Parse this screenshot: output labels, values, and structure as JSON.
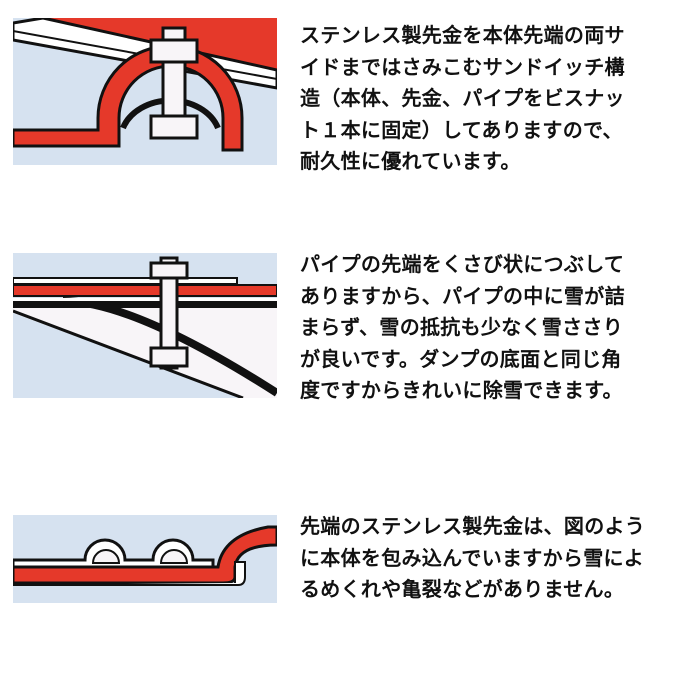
{
  "sections": [
    {
      "diagram": "sandwich-structure-diagram",
      "lines": [
        "ステンレス製先金を本体先端の両サ",
        "イドまではさみこむサンドイッチ構",
        "造（本体、先金、パイプをビスナッ",
        "ト１本に固定）してありますので、",
        "耐久性に優れています。"
      ]
    },
    {
      "diagram": "wedge-pipe-diagram",
      "lines": [
        "パイプの先端をくさび状につぶして",
        "ありますから、パイプの中に雪が詰",
        "まらず、雪の抵抗も少なく雪ささり",
        "が良いです。ダンプの底面と同じ角",
        "度ですからきれいに除雪できます。"
      ]
    },
    {
      "diagram": "wrapped-edge-diagram",
      "lines": [
        "先端のステンレス製先金は、図のよう",
        "に本体を包み込んでいますから雪によ",
        "るめくれや亀裂などがありません。"
      ]
    }
  ],
  "colors": {
    "red": "#e5392a",
    "background": "#d6e2f0",
    "outline": "#111111"
  }
}
